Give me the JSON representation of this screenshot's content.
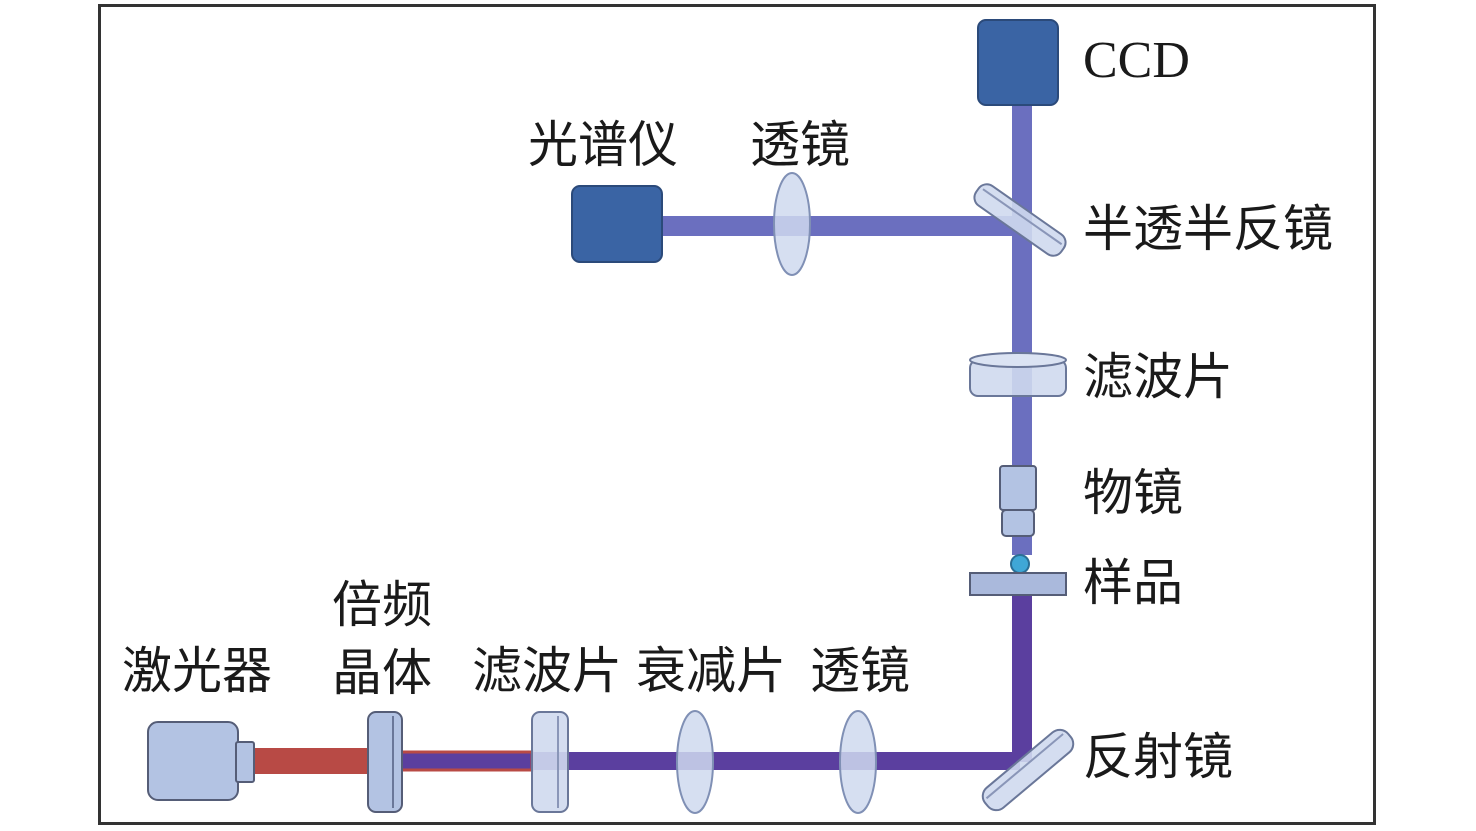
{
  "colors": {
    "beam_blue": "#6b6fbf",
    "beam_violet": "#5b3f9f",
    "beam_red": "#b84a45",
    "device_dark": "#3a64a4",
    "device_light": "#b3c3e3",
    "lens_fill": "#cfd9ee",
    "sample_dot": "#3fa7d6",
    "border": "#333333"
  },
  "icons": {
    "ccd": "square-device-icon",
    "spectrometer": "square-device-icon",
    "laser": "laser-icon",
    "lens": "lens-icon",
    "filter": "filter-icon",
    "objective": "objective-icon",
    "mirror": "mirror-icon"
  },
  "labels": {
    "ccd": "CCD",
    "spectrometer": "光谱仪",
    "lens_top": "透镜",
    "beamsplitter": "半透半反镜",
    "filter_right": "滤波片",
    "objective": "物镜",
    "sample": "样品",
    "laser": "激光器",
    "doubling_line1": "倍频",
    "doubling_line2": "晶体",
    "filter_bottom": "滤波片",
    "attenuator": "衰减片",
    "lens_bottom": "透镜",
    "mirror": "反射镜"
  }
}
